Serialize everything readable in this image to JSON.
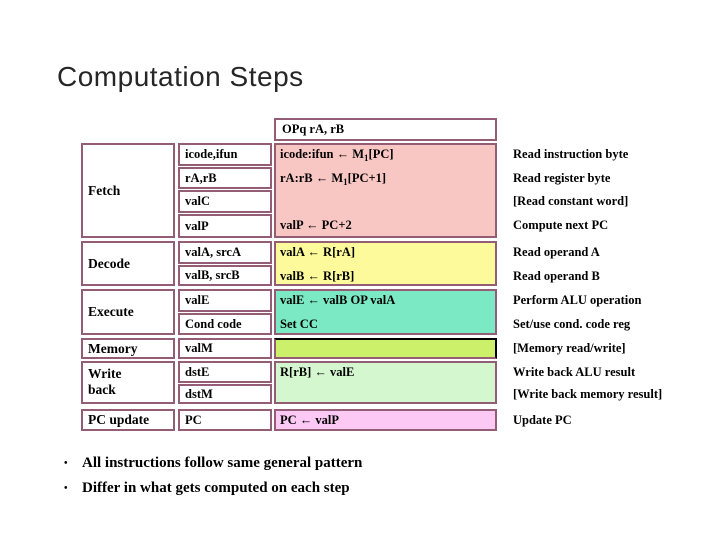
{
  "title": "Computation Steps",
  "colors": {
    "table_border": "#935d76",
    "memory_cell_border": "#000000",
    "fetch_bg": "#f9c7c3",
    "decode_bg": "#fdfa9c",
    "execute_bg": "#7ae9c4",
    "memory_bg": "#cdf06a",
    "writeback_bg": "#d5f7d0",
    "pcupdate_bg": "#fcc8f4",
    "title_color": "#262626"
  },
  "table": {
    "header": "OPq rA, rB",
    "stages": [
      {
        "id": "fetch",
        "label": "Fetch"
      },
      {
        "id": "decode",
        "label": "Decode"
      },
      {
        "id": "execute",
        "label": "Execute"
      },
      {
        "id": "memory",
        "label": "Memory"
      },
      {
        "id": "writeback",
        "label_line1": "Write",
        "label_line2": "back"
      },
      {
        "id": "pcupdate",
        "label": "PC update"
      }
    ],
    "rows": [
      {
        "reg": "icode,ifun",
        "formula_pre": "icode:ifun ← M",
        "formula_sub": "1",
        "formula_post": "[PC]",
        "note": "Read instruction byte"
      },
      {
        "reg": "rA,rB",
        "formula_pre": "rA:rB ← M",
        "formula_sub": "1",
        "formula_post": "[PC+1]",
        "note": "Read register byte"
      },
      {
        "reg": "valC",
        "formula_pre": "",
        "note": "[Read constant word]"
      },
      {
        "reg": "valP",
        "formula_pre": "valP ← PC+2",
        "note": "Compute next PC"
      },
      {
        "reg": "valA, srcA",
        "formula_pre": "valA ← R[rA]",
        "note": "Read operand A"
      },
      {
        "reg": "valB, srcB",
        "formula_pre": "valB ← R[rB]",
        "note": "Read operand B"
      },
      {
        "reg": "valE",
        "formula_pre": "valE ← valB OP valA",
        "note": "Perform ALU operation"
      },
      {
        "reg": "Cond code",
        "formula_pre": "Set CC",
        "note": "Set/use cond. code reg"
      },
      {
        "reg": "valM",
        "formula_pre": "",
        "note": "[Memory read/write]"
      },
      {
        "reg": "dstE",
        "formula_pre": "R[rB] ← valE",
        "note": "Write back ALU result"
      },
      {
        "reg": "dstM",
        "formula_pre": "",
        "note": "[Write back memory result]"
      },
      {
        "reg": "PC",
        "formula_pre": "PC ← valP",
        "note": "Update PC"
      }
    ]
  },
  "bullet_glyph": "•",
  "bullets": [
    "All instructions follow same general pattern",
    "Differ in what gets computed on each step"
  ]
}
